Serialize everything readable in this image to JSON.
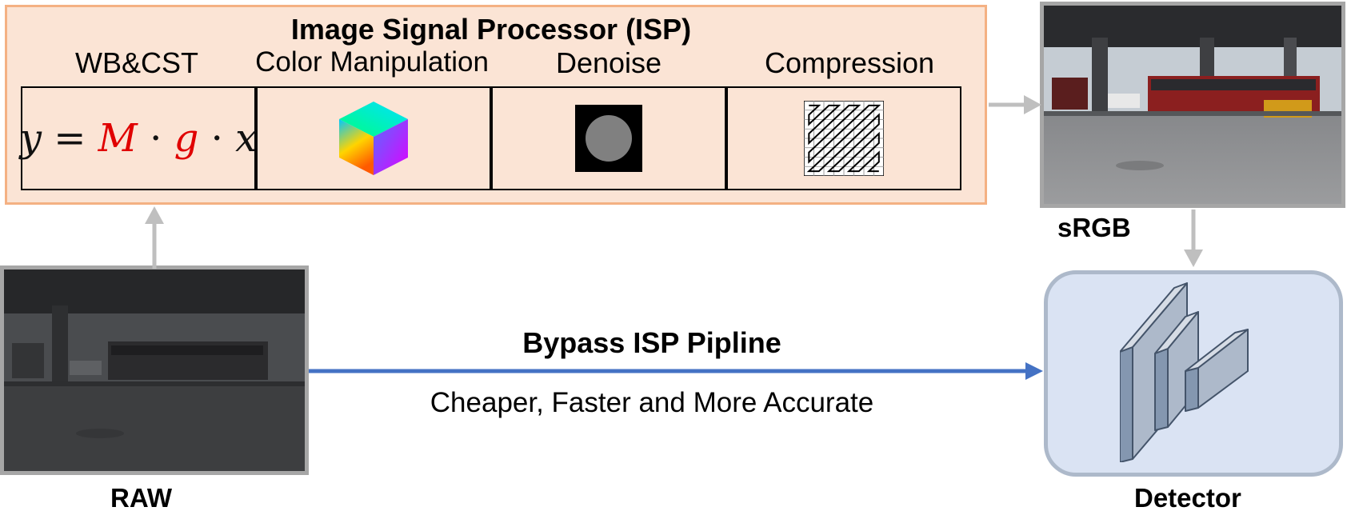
{
  "isp": {
    "title": "Image Signal Processor (ISP)",
    "stages": [
      {
        "label": "WB&CST"
      },
      {
        "label": "Color Manipulation"
      },
      {
        "label": "Denoise"
      },
      {
        "label": "Compression"
      }
    ],
    "formula": {
      "y": "y",
      "eq": " = ",
      "M": "M",
      "dot1": " · ",
      "g": "g",
      "dot2": " · ",
      "x": "x"
    }
  },
  "raw_label": "RAW",
  "srgb_label": "sRGB",
  "detector_label": "Detector",
  "bypass": {
    "title": "Bypass ISP Pipline",
    "subtitle": "Cheaper, Faster and More Accurate"
  },
  "colors": {
    "isp_fill": "#fbe4d5",
    "isp_border": "#f4b183",
    "arrow_gray": "#bfbfbf",
    "arrow_blue": "#4472c4",
    "detector_fill": "#dae3f3",
    "formula_red": "#e00000"
  },
  "icons": [
    "color-cube-icon",
    "denoise-circle-icon",
    "compression-grid-icon",
    "cnn-layers-icon"
  ]
}
